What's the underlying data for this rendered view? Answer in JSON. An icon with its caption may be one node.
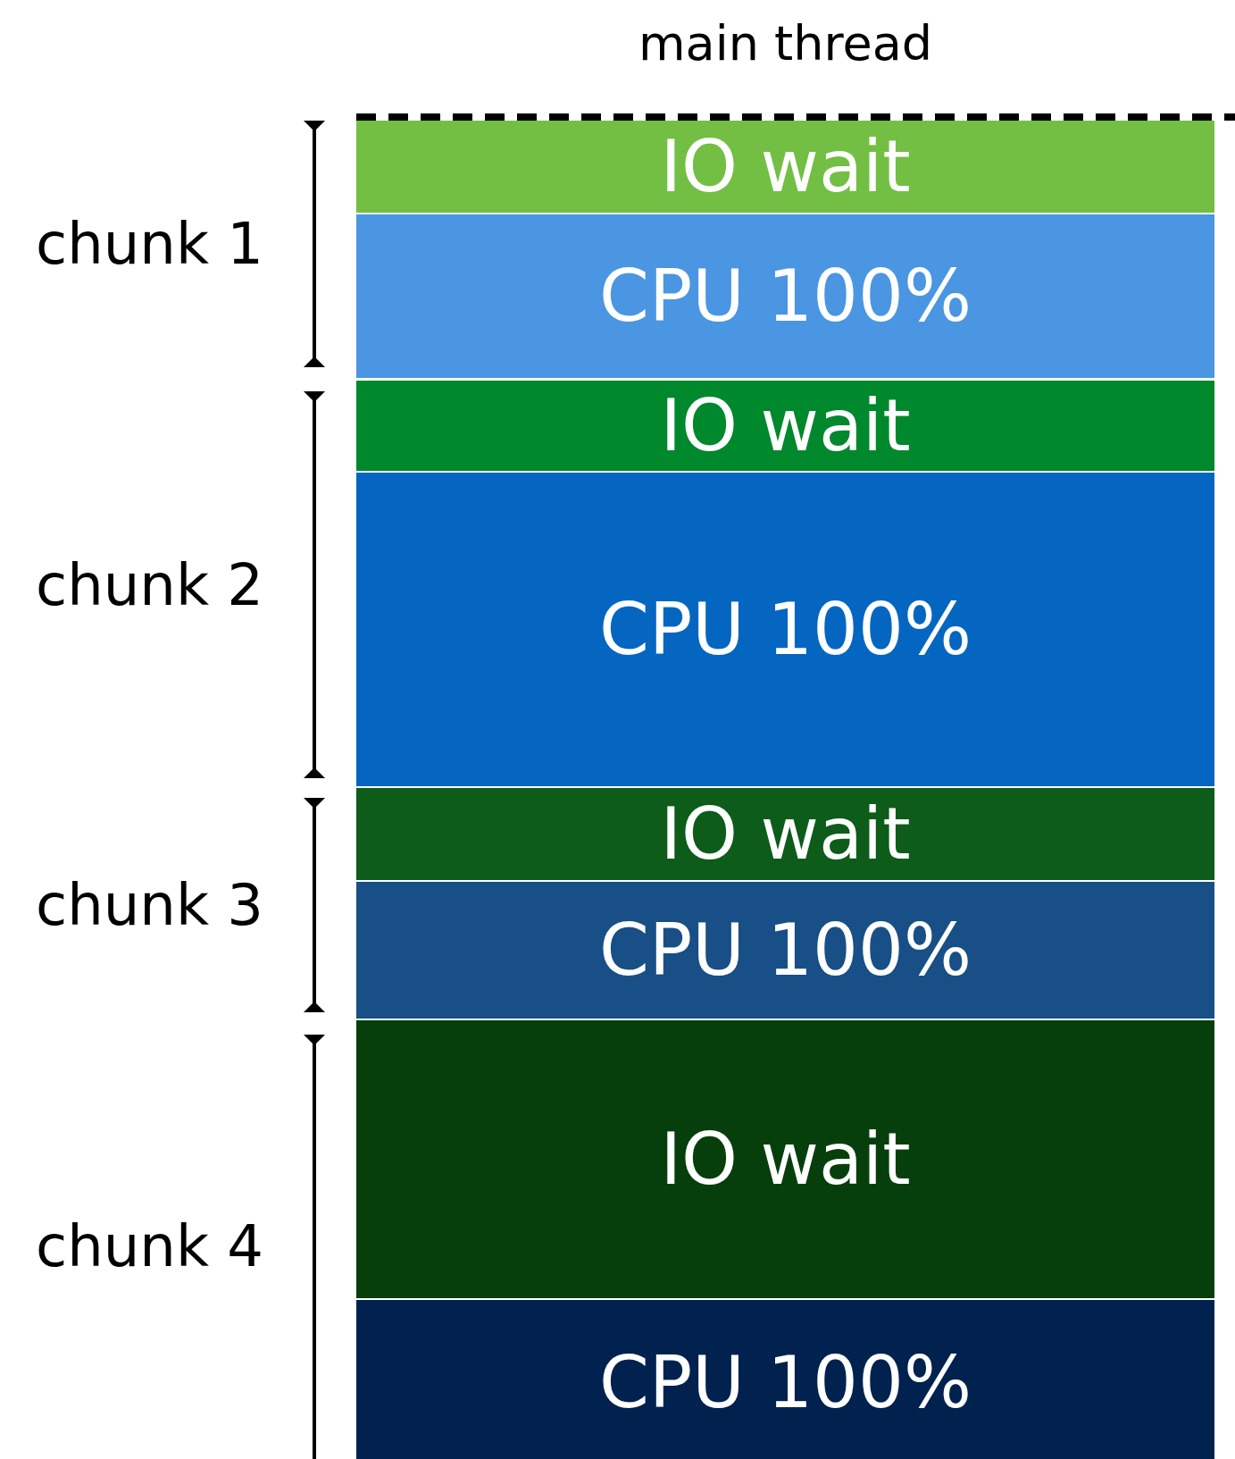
{
  "diagram": {
    "title": "main thread",
    "nodes": [
      {
        "text": [
          "IO wait"
        ]
      },
      {
        "text": [
          "CPU 100%"
        ]
      },
      {
        "text": [
          "IO wait"
        ]
      },
      {
        "text": [
          "CPU 100%"
        ]
      },
      {
        "text": [
          "IO wait"
        ]
      },
      {
        "text": [
          "CPU 100%"
        ]
      },
      {
        "text": [
          "IO wait"
        ]
      },
      {
        "text": [
          "CPU 100%"
        ]
      }
    ],
    "labels": [
      "chunk 1",
      "chunk 2",
      "chunk 3",
      "chunk 4"
    ]
  }
}
